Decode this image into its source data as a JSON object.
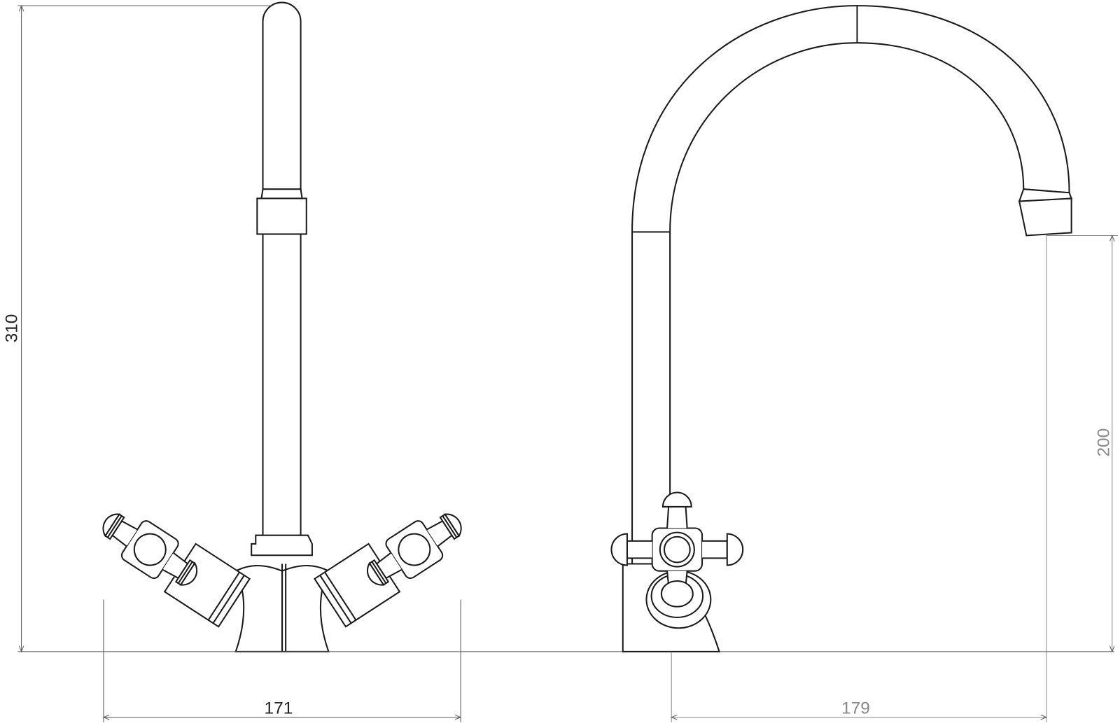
{
  "drawing": {
    "front_view": {
      "height_label": "310",
      "width_label": "171"
    },
    "side_view": {
      "spout_height_label": "200",
      "reach_label": "179"
    }
  }
}
